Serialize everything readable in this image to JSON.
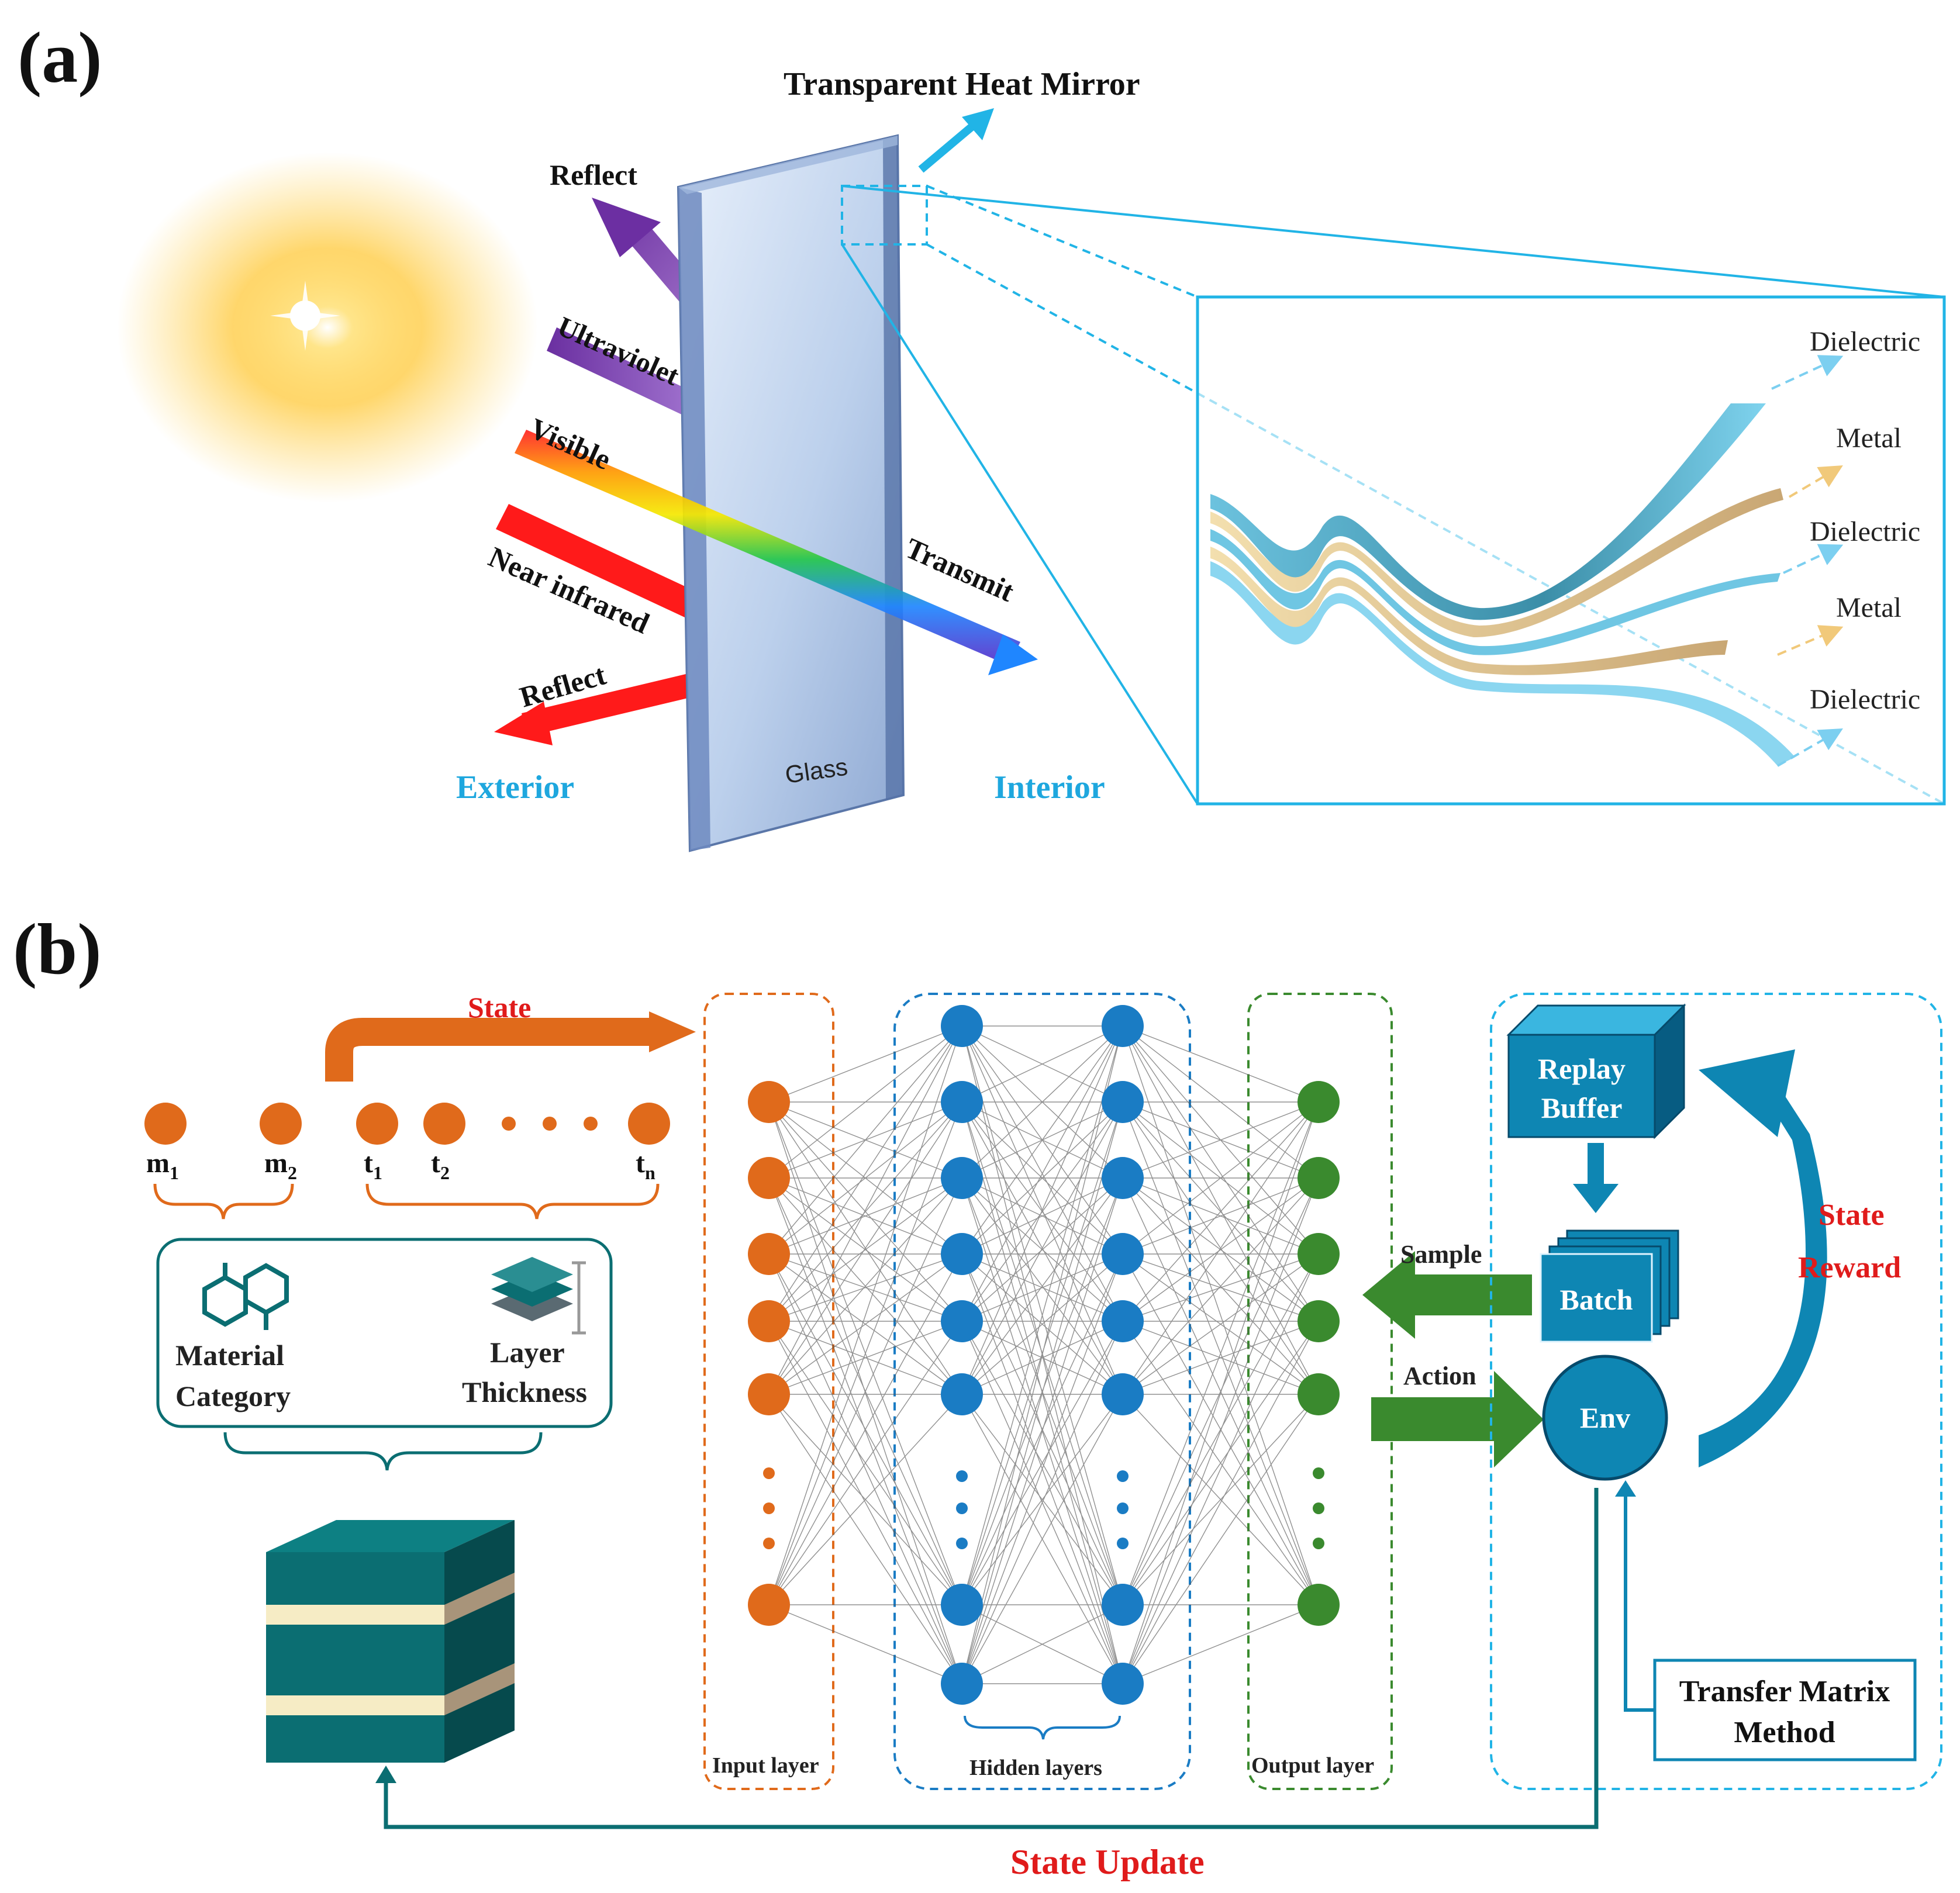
{
  "panel_a": {
    "label": "(a)",
    "title": "Transparent Heat Mirror",
    "rays": {
      "reflect_top": "Reflect",
      "ultraviolet": "Ultraviolet",
      "visible": "Visible",
      "near_infrared": "Near infrared",
      "reflect_bottom": "Reflect",
      "transmit": "Transmit"
    },
    "glass": "Glass",
    "exterior": "Exterior",
    "interior": "Interior",
    "layers": [
      "Dielectric",
      "Metal",
      "Dielectric",
      "Metal",
      "Dielectric"
    ]
  },
  "panel_b": {
    "label": "(b)",
    "state": "State",
    "m1_base": "m",
    "m1_sub": "1",
    "m2_base": "m",
    "m2_sub": "2",
    "t1_base": "t",
    "t1_sub": "1",
    "t2_base": "t",
    "t2_sub": "2",
    "tn_base": "t",
    "tn_sub": "n",
    "material_line1": "Material",
    "material_line2": "Category",
    "layer_line1": "Layer",
    "thickness_line2": "Thickness",
    "input_layer": "Input layer",
    "hidden_layers": "Hidden layers",
    "output_layer": "Output layer",
    "sample": "Sample",
    "action": "Action",
    "replay_line1": "Replay",
    "replay_line2": "Buffer",
    "batch": "Batch",
    "env": "Env",
    "state_reward_line1": "State",
    "state_reward_line2": "Reward",
    "tmm_line1": "Transfer Matrix",
    "tmm_line2": "Method",
    "state_update": "State Update"
  },
  "colors": {
    "orange": "#e06a1b",
    "blue": "#1a7cc4",
    "green": "#3a8a2e",
    "teal": "#0b6e72",
    "cyan": "#21b4e6",
    "red": "#e01b1b",
    "purple": "#7b3fa8",
    "env_blue": "#0e86b3"
  }
}
